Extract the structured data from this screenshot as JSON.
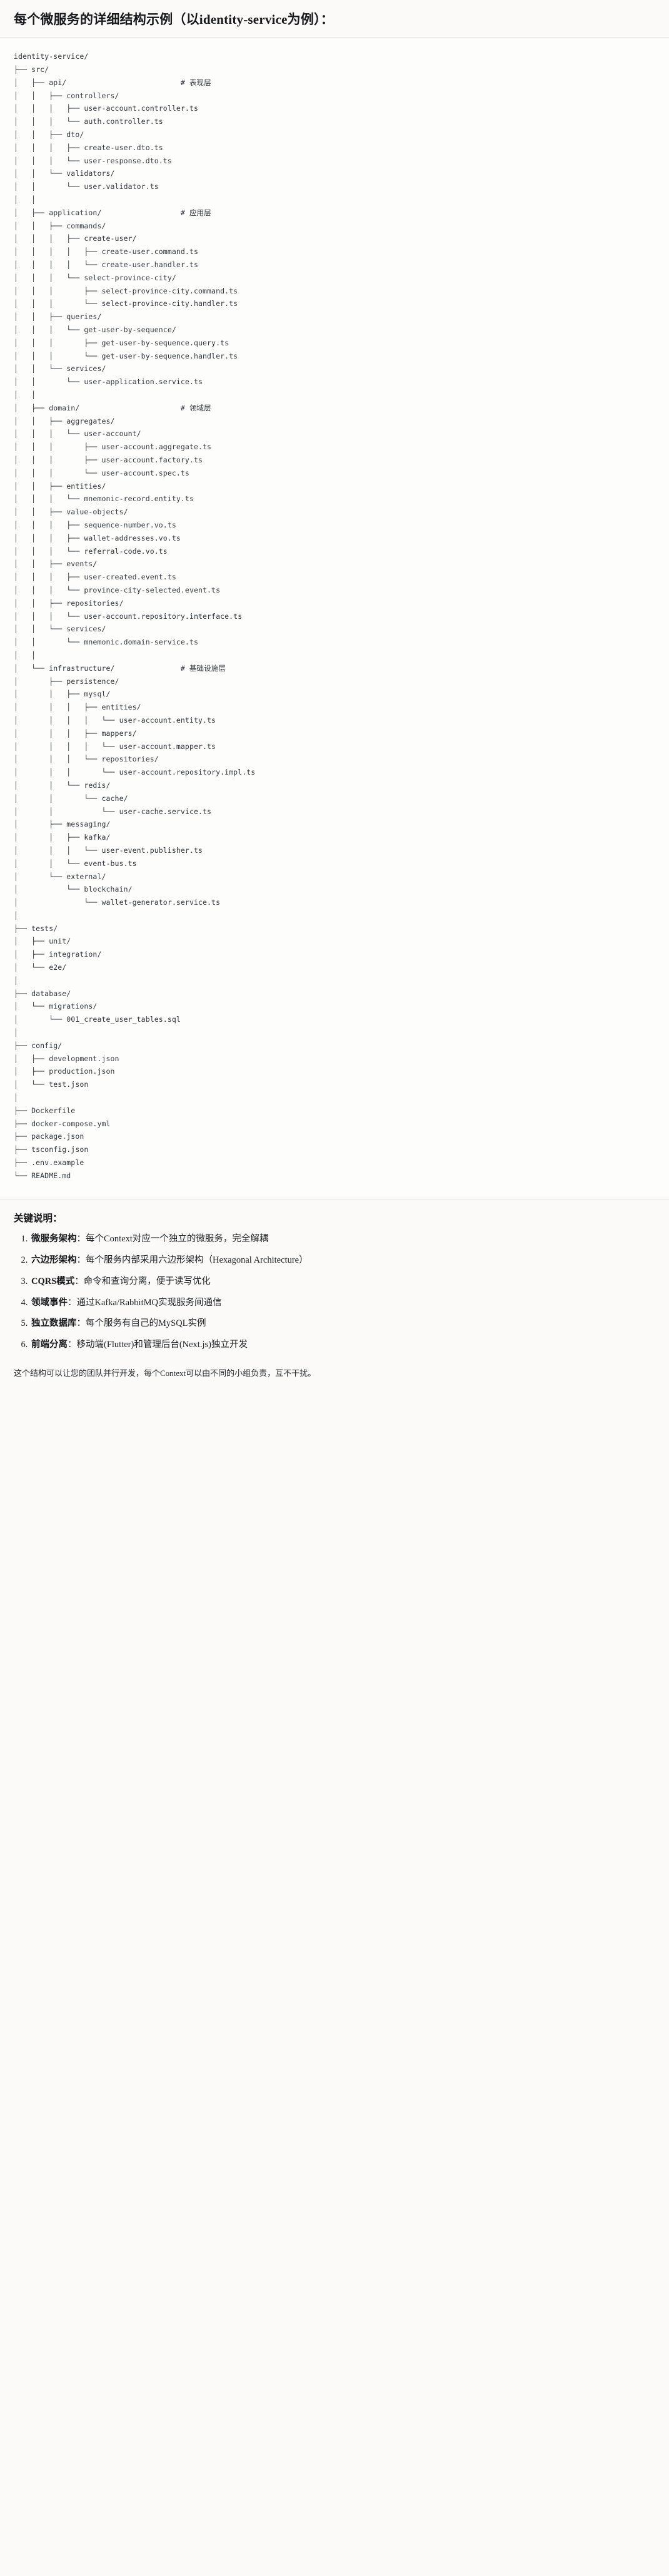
{
  "heading": "每个微服务的详细结构示例（以identity-service为例）：",
  "tree": {
    "language": "text",
    "text": "identity-service/\n├── src/\n│   ├── api/                          # 表现层\n│   │   ├── controllers/\n│   │   │   ├── user-account.controller.ts\n│   │   │   └── auth.controller.ts\n│   │   ├── dto/\n│   │   │   ├── create-user.dto.ts\n│   │   │   └── user-response.dto.ts\n│   │   └── validators/\n│   │       └── user.validator.ts\n│   │\n│   ├── application/                  # 应用层\n│   │   ├── commands/\n│   │   │   ├── create-user/\n│   │   │   │   ├── create-user.command.ts\n│   │   │   │   └── create-user.handler.ts\n│   │   │   └── select-province-city/\n│   │   │       ├── select-province-city.command.ts\n│   │   │       └── select-province-city.handler.ts\n│   │   ├── queries/\n│   │   │   └── get-user-by-sequence/\n│   │   │       ├── get-user-by-sequence.query.ts\n│   │   │       └── get-user-by-sequence.handler.ts\n│   │   └── services/\n│   │       └── user-application.service.ts\n│   │\n│   ├── domain/                       # 领域层\n│   │   ├── aggregates/\n│   │   │   └── user-account/\n│   │   │       ├── user-account.aggregate.ts\n│   │   │       ├── user-account.factory.ts\n│   │   │       └── user-account.spec.ts\n│   │   ├── entities/\n│   │   │   └── mnemonic-record.entity.ts\n│   │   ├── value-objects/\n│   │   │   ├── sequence-number.vo.ts\n│   │   │   ├── wallet-addresses.vo.ts\n│   │   │   └── referral-code.vo.ts\n│   │   ├── events/\n│   │   │   ├── user-created.event.ts\n│   │   │   └── province-city-selected.event.ts\n│   │   ├── repositories/\n│   │   │   └── user-account.repository.interface.ts\n│   │   └── services/\n│   │       └── mnemonic.domain-service.ts\n│   │\n│   └── infrastructure/               # 基础设施层\n│       ├── persistence/\n│       │   ├── mysql/\n│       │   │   ├── entities/\n│       │   │   │   └── user-account.entity.ts\n│       │   │   ├── mappers/\n│       │   │   │   └── user-account.mapper.ts\n│       │   │   └── repositories/\n│       │   │       └── user-account.repository.impl.ts\n│       │   └── redis/\n│       │       └── cache/\n│       │           └── user-cache.service.ts\n│       ├── messaging/\n│       │   ├── kafka/\n│       │   │   └── user-event.publisher.ts\n│       │   └── event-bus.ts\n│       └── external/\n│           └── blockchain/\n│               └── wallet-generator.service.ts\n│\n├── tests/\n│   ├── unit/\n│   ├── integration/\n│   └── e2e/\n│\n├── database/\n│   └── migrations/\n│       └── 001_create_user_tables.sql\n│\n├── config/\n│   ├── development.json\n│   ├── production.json\n│   └── test.json\n│\n├── Dockerfile\n├── docker-compose.yml\n├── package.json\n├── tsconfig.json\n├── .env.example\n└── README.md"
  },
  "keys": {
    "title": "关键说明：",
    "items": [
      {
        "term": "微服务架构",
        "desc": "：每个Context对应一个独立的微服务，完全解耦"
      },
      {
        "term": "六边形架构",
        "desc": "：每个服务内部采用六边形架构（Hexagonal Architecture）"
      },
      {
        "term": "CQRS模式",
        "desc": "：命令和查询分离，便于读写优化"
      },
      {
        "term": "领域事件",
        "desc": "：通过Kafka/RabbitMQ实现服务间通信"
      },
      {
        "term": "独立数据库",
        "desc": "：每个服务有自己的MySQL实例"
      },
      {
        "term": "前端分离",
        "desc": "：移动端(Flutter)和管理后台(Next.js)独立开发"
      }
    ]
  },
  "closing": "这个结构可以让您的团队并行开发，每个Context可以由不同的小组负责，互不干扰。"
}
